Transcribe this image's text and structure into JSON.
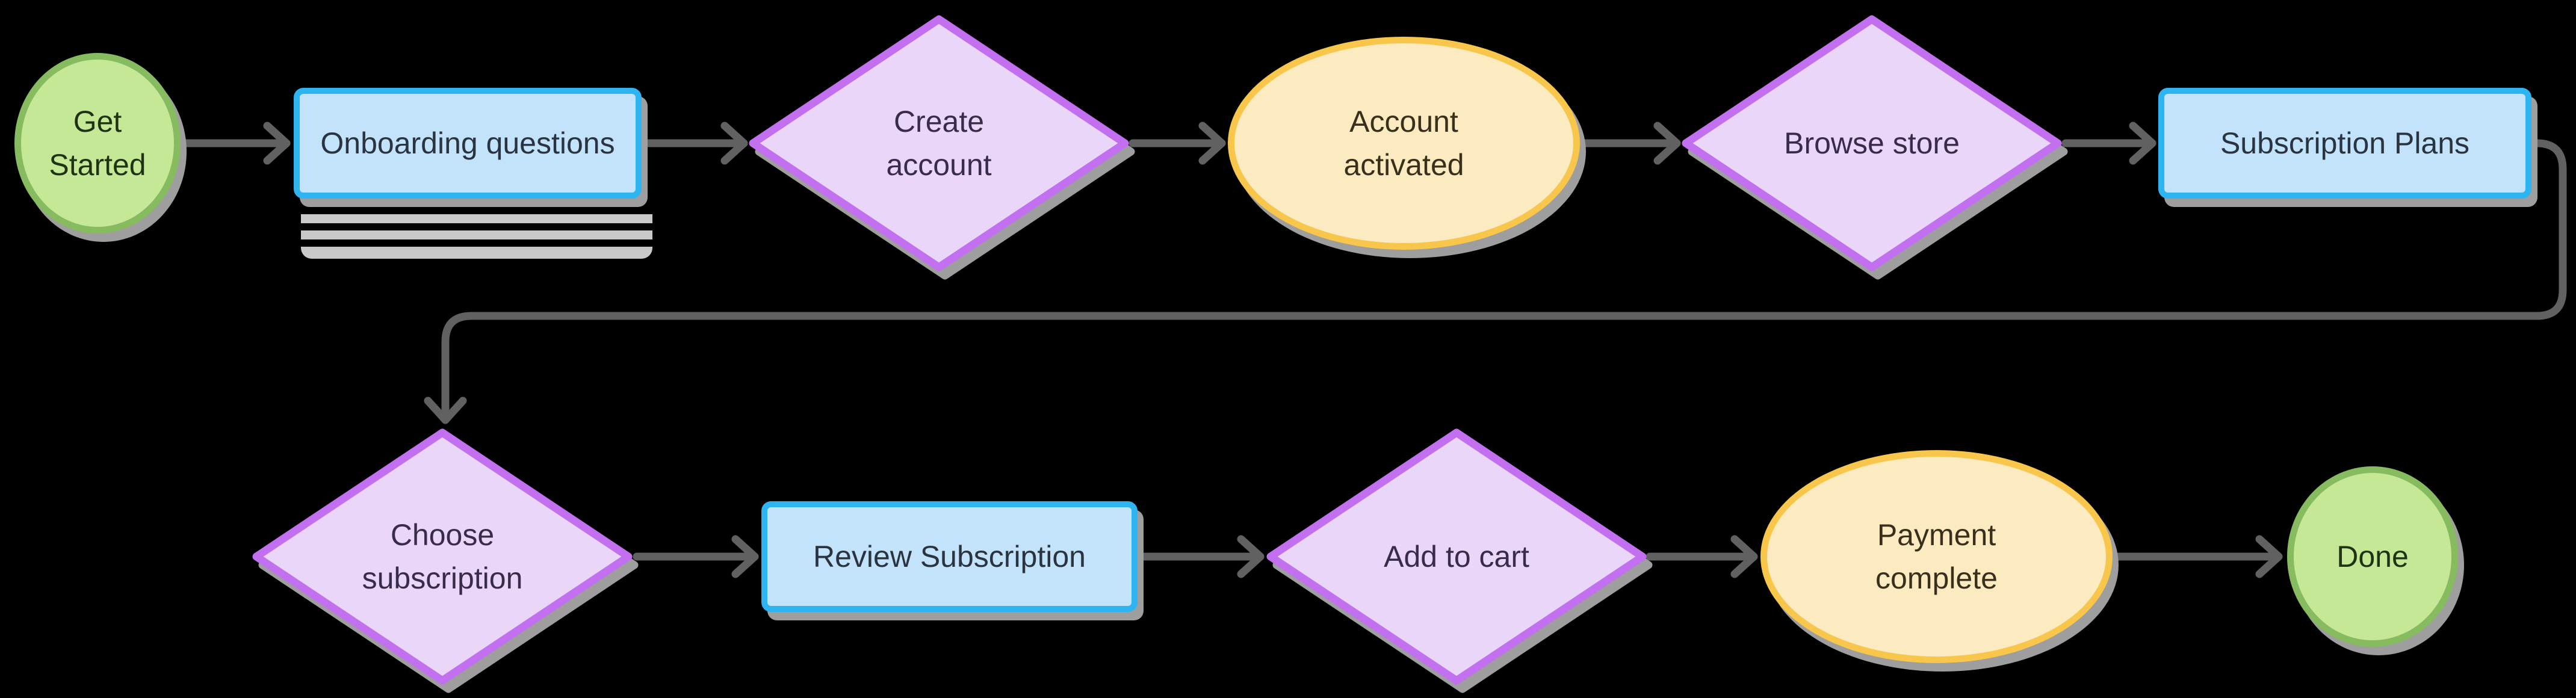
{
  "diagram_type": "flowchart",
  "background": "#000000",
  "palette": {
    "edge_color": "#616161",
    "shadow_color": "#9E9E9E",
    "stacked_lines_gray": "#C9C9C9",
    "start_end_fill": "#C4E896",
    "start_end_border": "#87BB5F",
    "process_fill": "#C2E3FA",
    "process_border": "#2FB4F2",
    "decision_fill": "#EAD6F8",
    "decision_border": "#C26FF0",
    "state_fill": "#FCEBC0",
    "state_border": "#F7C64B"
  },
  "nodes": [
    {
      "id": "get-started",
      "label": "Get\nStarted",
      "shape": "circle",
      "fill": "#C4E896",
      "border": "#87BB5F",
      "text_color": "#1F3314"
    },
    {
      "id": "onboarding-questions",
      "label": "Onboarding questions",
      "shape": "lined-rect",
      "fill": "#C2E3FA",
      "border": "#2FB4F2",
      "text_color": "#2A3440"
    },
    {
      "id": "create-account",
      "label": "Create\naccount",
      "shape": "diamond",
      "fill": "#EAD6F8",
      "border": "#C26FF0",
      "text_color": "#392C49"
    },
    {
      "id": "account-activated",
      "label": "Account\nactivated",
      "shape": "ellipse",
      "fill": "#FCEBC0",
      "border": "#F7C64B",
      "text_color": "#39301C"
    },
    {
      "id": "browse-store",
      "label": "Browse store",
      "shape": "diamond",
      "fill": "#EAD6F8",
      "border": "#C26FF0",
      "text_color": "#392C49"
    },
    {
      "id": "subscription-plans",
      "label": "Subscription Plans",
      "shape": "rect",
      "fill": "#C2E3FA",
      "border": "#2FB4F2",
      "text_color": "#2A3440"
    },
    {
      "id": "choose-subscription",
      "label": "Choose\nsubscription",
      "shape": "diamond",
      "fill": "#EAD6F8",
      "border": "#C26FF0",
      "text_color": "#392C49"
    },
    {
      "id": "review-subscription",
      "label": "Review Subscription",
      "shape": "rect",
      "fill": "#C2E3FA",
      "border": "#2FB4F2",
      "text_color": "#2A3440"
    },
    {
      "id": "add-to-cart",
      "label": "Add to cart",
      "shape": "diamond",
      "fill": "#EAD6F8",
      "border": "#C26FF0",
      "text_color": "#392C49"
    },
    {
      "id": "payment-complete",
      "label": "Payment\ncomplete",
      "shape": "ellipse",
      "fill": "#FCEBC0",
      "border": "#F7C64B",
      "text_color": "#39301C"
    },
    {
      "id": "done",
      "label": "Done",
      "shape": "circle",
      "fill": "#C4E896",
      "border": "#87BB5F",
      "text_color": "#1F3314"
    }
  ],
  "edges": [
    {
      "from": "get-started",
      "to": "onboarding-questions"
    },
    {
      "from": "onboarding-questions",
      "to": "create-account"
    },
    {
      "from": "create-account",
      "to": "account-activated"
    },
    {
      "from": "account-activated",
      "to": "browse-store"
    },
    {
      "from": "browse-store",
      "to": "subscription-plans"
    },
    {
      "from": "subscription-plans",
      "to": "choose-subscription"
    },
    {
      "from": "choose-subscription",
      "to": "review-subscription"
    },
    {
      "from": "review-subscription",
      "to": "add-to-cart"
    },
    {
      "from": "add-to-cart",
      "to": "payment-complete"
    },
    {
      "from": "payment-complete",
      "to": "done"
    }
  ]
}
